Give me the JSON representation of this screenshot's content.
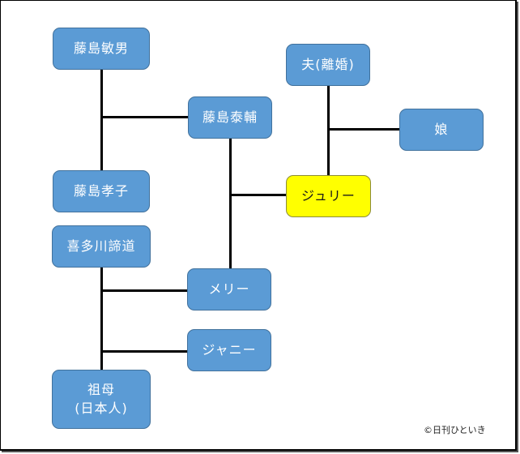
{
  "diagram": {
    "title": "",
    "nodes": {
      "fujishima_toshio": {
        "label": "藤島敏男",
        "highlight": false
      },
      "fujishima_taisuke": {
        "label": "藤島泰輔",
        "highlight": false
      },
      "fujishima_takako": {
        "label": "藤島孝子",
        "highlight": false
      },
      "kitagawa_teido": {
        "label": "喜多川諦道",
        "highlight": false
      },
      "mary": {
        "label": "メリー",
        "highlight": false
      },
      "johnny": {
        "label": "ジャニー",
        "highlight": false
      },
      "grandmother": {
        "label": "祖母\n(日本人)",
        "highlight": false
      },
      "husband": {
        "label": "夫(離婚)",
        "highlight": false
      },
      "daughter": {
        "label": "娘",
        "highlight": false
      },
      "julie": {
        "label": "ジュリー",
        "highlight": true
      }
    },
    "relations": [
      {
        "parents": [
          "fujishima_toshio",
          "fujishima_takako"
        ],
        "children": [
          "fujishima_taisuke"
        ]
      },
      {
        "parents": [
          "kitagawa_teido",
          "grandmother"
        ],
        "children": [
          "mary",
          "johnny"
        ]
      },
      {
        "parents": [
          "fujishima_taisuke",
          "mary"
        ],
        "children": [
          "julie"
        ]
      },
      {
        "parents": [
          "husband",
          "julie"
        ],
        "children": [
          "daughter"
        ]
      }
    ],
    "colors": {
      "node_fill": "#5b9bd5",
      "node_border": "#41719c",
      "node_text": "#ffffff",
      "highlight_fill": "#ffff00",
      "highlight_text": "#1a1a1a",
      "connector": "#000000"
    }
  },
  "footer": {
    "copyright": "©日刊ひといき"
  }
}
